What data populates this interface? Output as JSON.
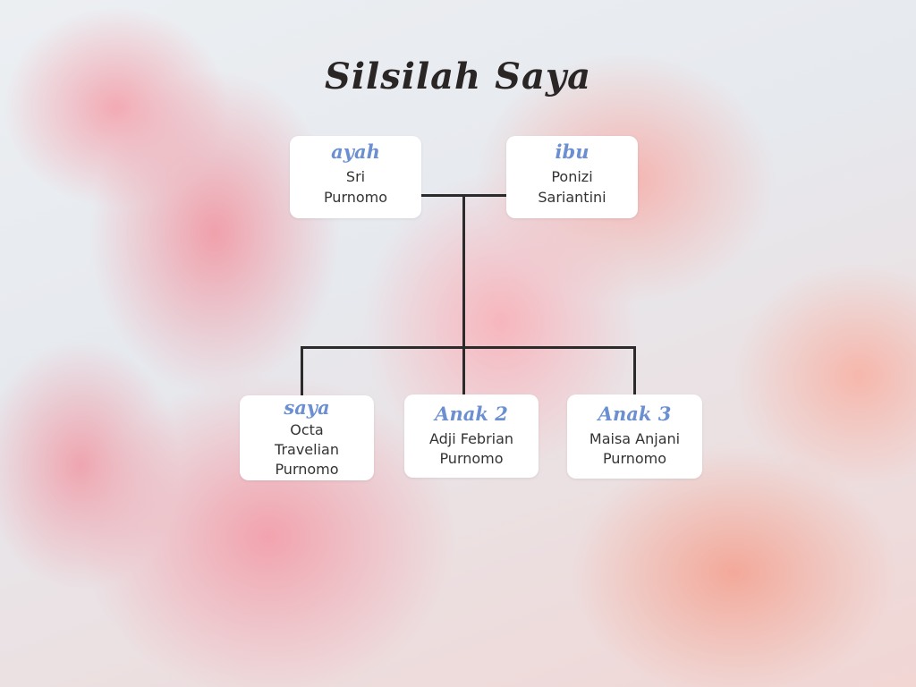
{
  "title": "Silsilah Saya",
  "parents": [
    {
      "role": "ayah",
      "name_lines": [
        "Sri",
        "Purnomo"
      ]
    },
    {
      "role": "ibu",
      "name_lines": [
        "Ponizi",
        "Sariantini"
      ]
    }
  ],
  "children": [
    {
      "role": "saya",
      "name_lines": [
        "Octa",
        "Travelian",
        "Purnomo"
      ]
    },
    {
      "role": "Anak 2",
      "name_lines": [
        "Adji Febrian",
        "Purnomo"
      ]
    },
    {
      "role": "Anak 3",
      "name_lines": [
        "Maisa Anjani",
        "Purnomo"
      ]
    }
  ],
  "colors": {
    "role_text": "#6b8fd0",
    "connector": "#2b2b2b",
    "card_bg": "#ffffff"
  }
}
